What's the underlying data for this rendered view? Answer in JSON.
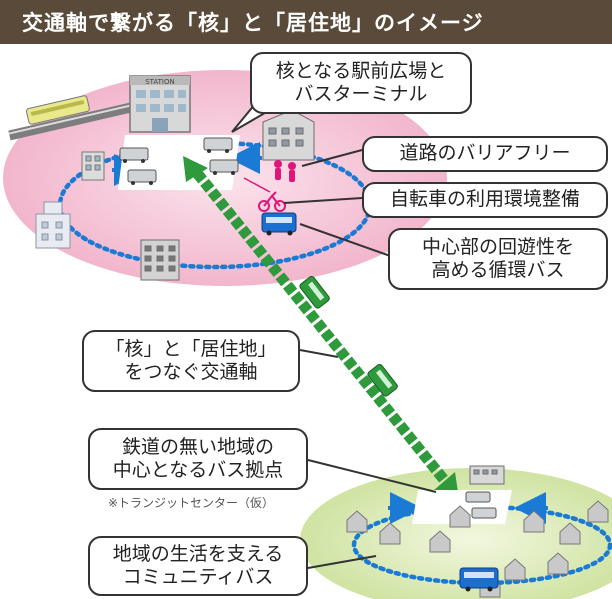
{
  "title": "交通軸で繋がる「核」と「居住地」のイメージ",
  "callouts": {
    "station_hub": [
      "核となる駅前広場と",
      "バスターミナル"
    ],
    "barrier_free": [
      "道路のバリアフリー"
    ],
    "bicycle": [
      "自転車の利用環境整備"
    ],
    "loop_bus": [
      "中心部の回遊性を",
      "高める循環バス"
    ],
    "transport_axis": [
      "「核」と「居住地」",
      "をつなぐ交通軸"
    ],
    "bus_hub": [
      "鉄道の無い地域の",
      "中心となるバス拠点"
    ],
    "community_bus": [
      "地域の生活を支える",
      "コミュニティバス"
    ]
  },
  "note": "※トランジットセンター（仮）",
  "station_sign": "STATION",
  "colors": {
    "title_bg": "#5a4a3a",
    "core_zone": "#f6c8d9",
    "residential_zone": "#d8e8b0",
    "axis_green": "#2e9a3c",
    "loop_blue": "#1a7ad4",
    "pedestrian_magenta": "#e0157a"
  }
}
